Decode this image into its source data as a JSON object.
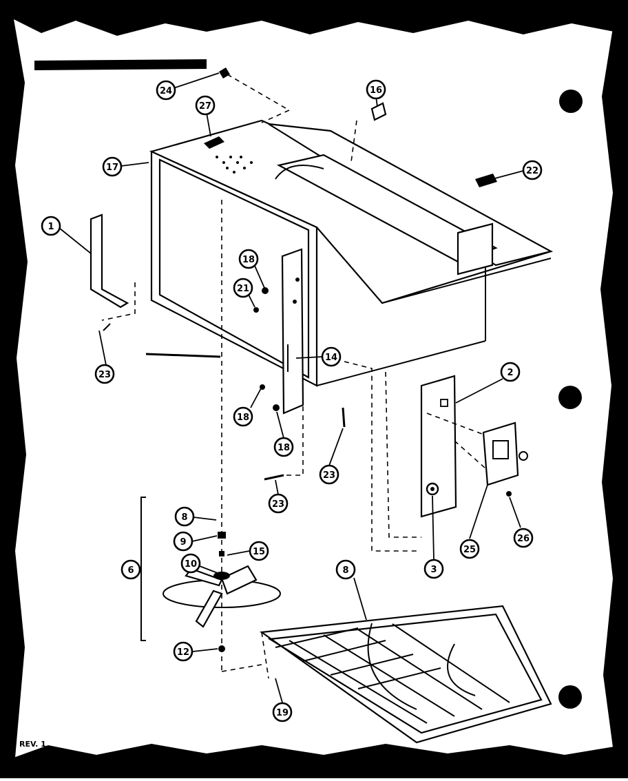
{
  "diagram": {
    "rev_label": "REV. 1",
    "callouts": [
      {
        "id": "c24",
        "label": "24"
      },
      {
        "id": "c16",
        "label": "16"
      },
      {
        "id": "c27",
        "label": "27"
      },
      {
        "id": "c22",
        "label": "22"
      },
      {
        "id": "c17",
        "label": "17"
      },
      {
        "id": "c1",
        "label": "1"
      },
      {
        "id": "c18a",
        "label": "18"
      },
      {
        "id": "c21",
        "label": "21"
      },
      {
        "id": "c23a",
        "label": "23"
      },
      {
        "id": "c14",
        "label": "14"
      },
      {
        "id": "c18b",
        "label": "18"
      },
      {
        "id": "c18c",
        "label": "18"
      },
      {
        "id": "c2",
        "label": "2"
      },
      {
        "id": "c23b",
        "label": "23"
      },
      {
        "id": "c23c",
        "label": "23"
      },
      {
        "id": "c8a",
        "label": "8"
      },
      {
        "id": "c9",
        "label": "9"
      },
      {
        "id": "c15",
        "label": "15"
      },
      {
        "id": "c10",
        "label": "10"
      },
      {
        "id": "c6",
        "label": "6"
      },
      {
        "id": "c8b",
        "label": "8"
      },
      {
        "id": "c3",
        "label": "3"
      },
      {
        "id": "c25",
        "label": "25"
      },
      {
        "id": "c26",
        "label": "26"
      },
      {
        "id": "c12",
        "label": "12"
      },
      {
        "id": "c19",
        "label": "19"
      }
    ]
  }
}
